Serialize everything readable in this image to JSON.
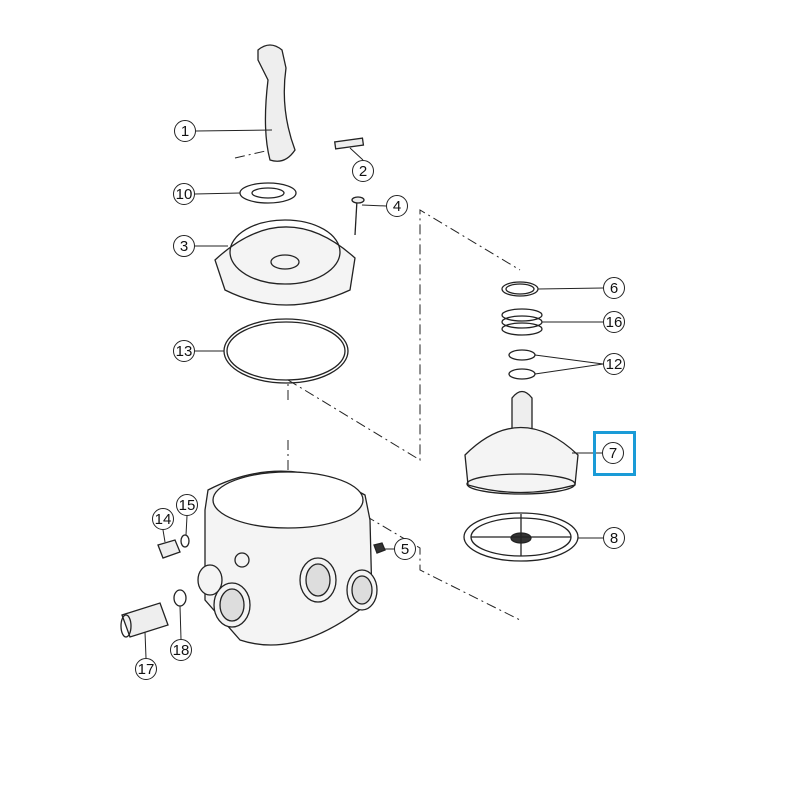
{
  "highlight_color": "#1a9bd7",
  "callouts": {
    "c1": "1",
    "c2": "2",
    "c3": "3",
    "c4": "4",
    "c5": "5",
    "c6": "6",
    "c7": "7",
    "c8": "8",
    "c10": "10",
    "c12": "12",
    "c13": "13",
    "c14": "14",
    "c15": "15",
    "c16": "16",
    "c17": "17",
    "c18": "18"
  },
  "selected_part": "7"
}
